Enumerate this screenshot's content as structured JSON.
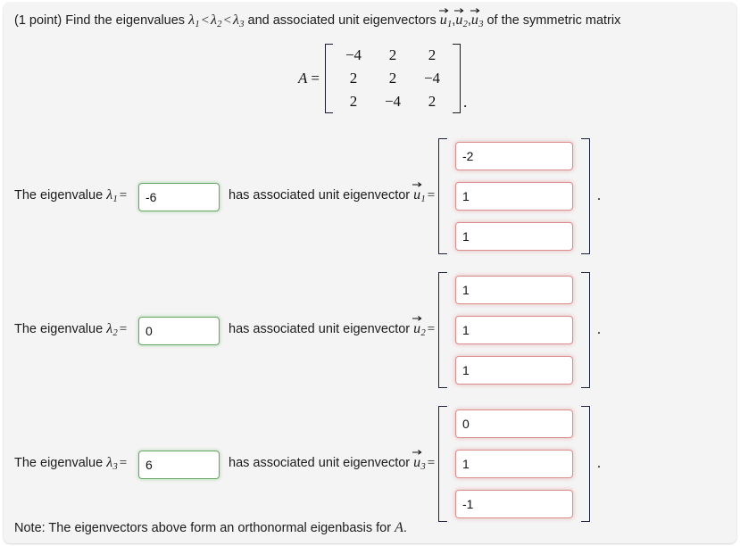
{
  "question": {
    "points_prefix": "(1 point)",
    "text_a": "Find the eigenvalues",
    "lambda1": "λ",
    "lambda1_sub": "1",
    "lt1": "<",
    "lambda2": "λ",
    "lambda2_sub": "2",
    "lt2": "<",
    "lambda3": "λ",
    "lambda3_sub": "3",
    "text_b": "and associated unit eigenvectors",
    "u1": "u",
    "u1_sub": "1",
    "comma1": ",",
    "u2": "u",
    "u2_sub": "2",
    "comma2": ",",
    "u3": "u",
    "u3_sub": "3",
    "text_c": "of the symmetric matrix"
  },
  "matrix": {
    "name": "A",
    "equals": "=",
    "rows": [
      [
        "−4",
        "2",
        "2"
      ],
      [
        "2",
        "2",
        "−4"
      ],
      [
        "2",
        "−4",
        "2"
      ]
    ],
    "trailing_period": "."
  },
  "rows": [
    {
      "label_prefix": "The eigenvalue",
      "lambda": "λ",
      "lambda_sub": "1",
      "equals": "=",
      "eigenvalue_input": "-6",
      "middle_text": "has associated unit eigenvector",
      "u": "u",
      "u_sub": "1",
      "u_equals": "=",
      "vector_inputs": [
        "-2",
        "1",
        "1"
      ],
      "trailing_period": "."
    },
    {
      "label_prefix": "The eigenvalue",
      "lambda": "λ",
      "lambda_sub": "2",
      "equals": "=",
      "eigenvalue_input": "0",
      "middle_text": "has associated unit eigenvector",
      "u": "u",
      "u_sub": "2",
      "u_equals": "=",
      "vector_inputs": [
        "1",
        "1",
        "1"
      ],
      "trailing_period": "."
    },
    {
      "label_prefix": "The eigenvalue",
      "lambda": "λ",
      "lambda_sub": "3",
      "equals": "=",
      "eigenvalue_input": "6",
      "middle_text": "has associated unit eigenvector",
      "u": "u",
      "u_sub": "3",
      "u_equals": "=",
      "vector_inputs": [
        "0",
        "1",
        "-1"
      ],
      "trailing_period": "."
    }
  ],
  "note": {
    "text_a": "Note: The eigenvectors above form an orthonormal eigenbasis for",
    "symbol": "A",
    "text_b": "."
  },
  "colors": {
    "page_background": "#ffffff",
    "panel_background": "#f4f4f4",
    "text": "#1b1b1b",
    "correct_border": "#63a863",
    "incorrect_border": "#d98d8d",
    "bracket": "#1a2340"
  }
}
